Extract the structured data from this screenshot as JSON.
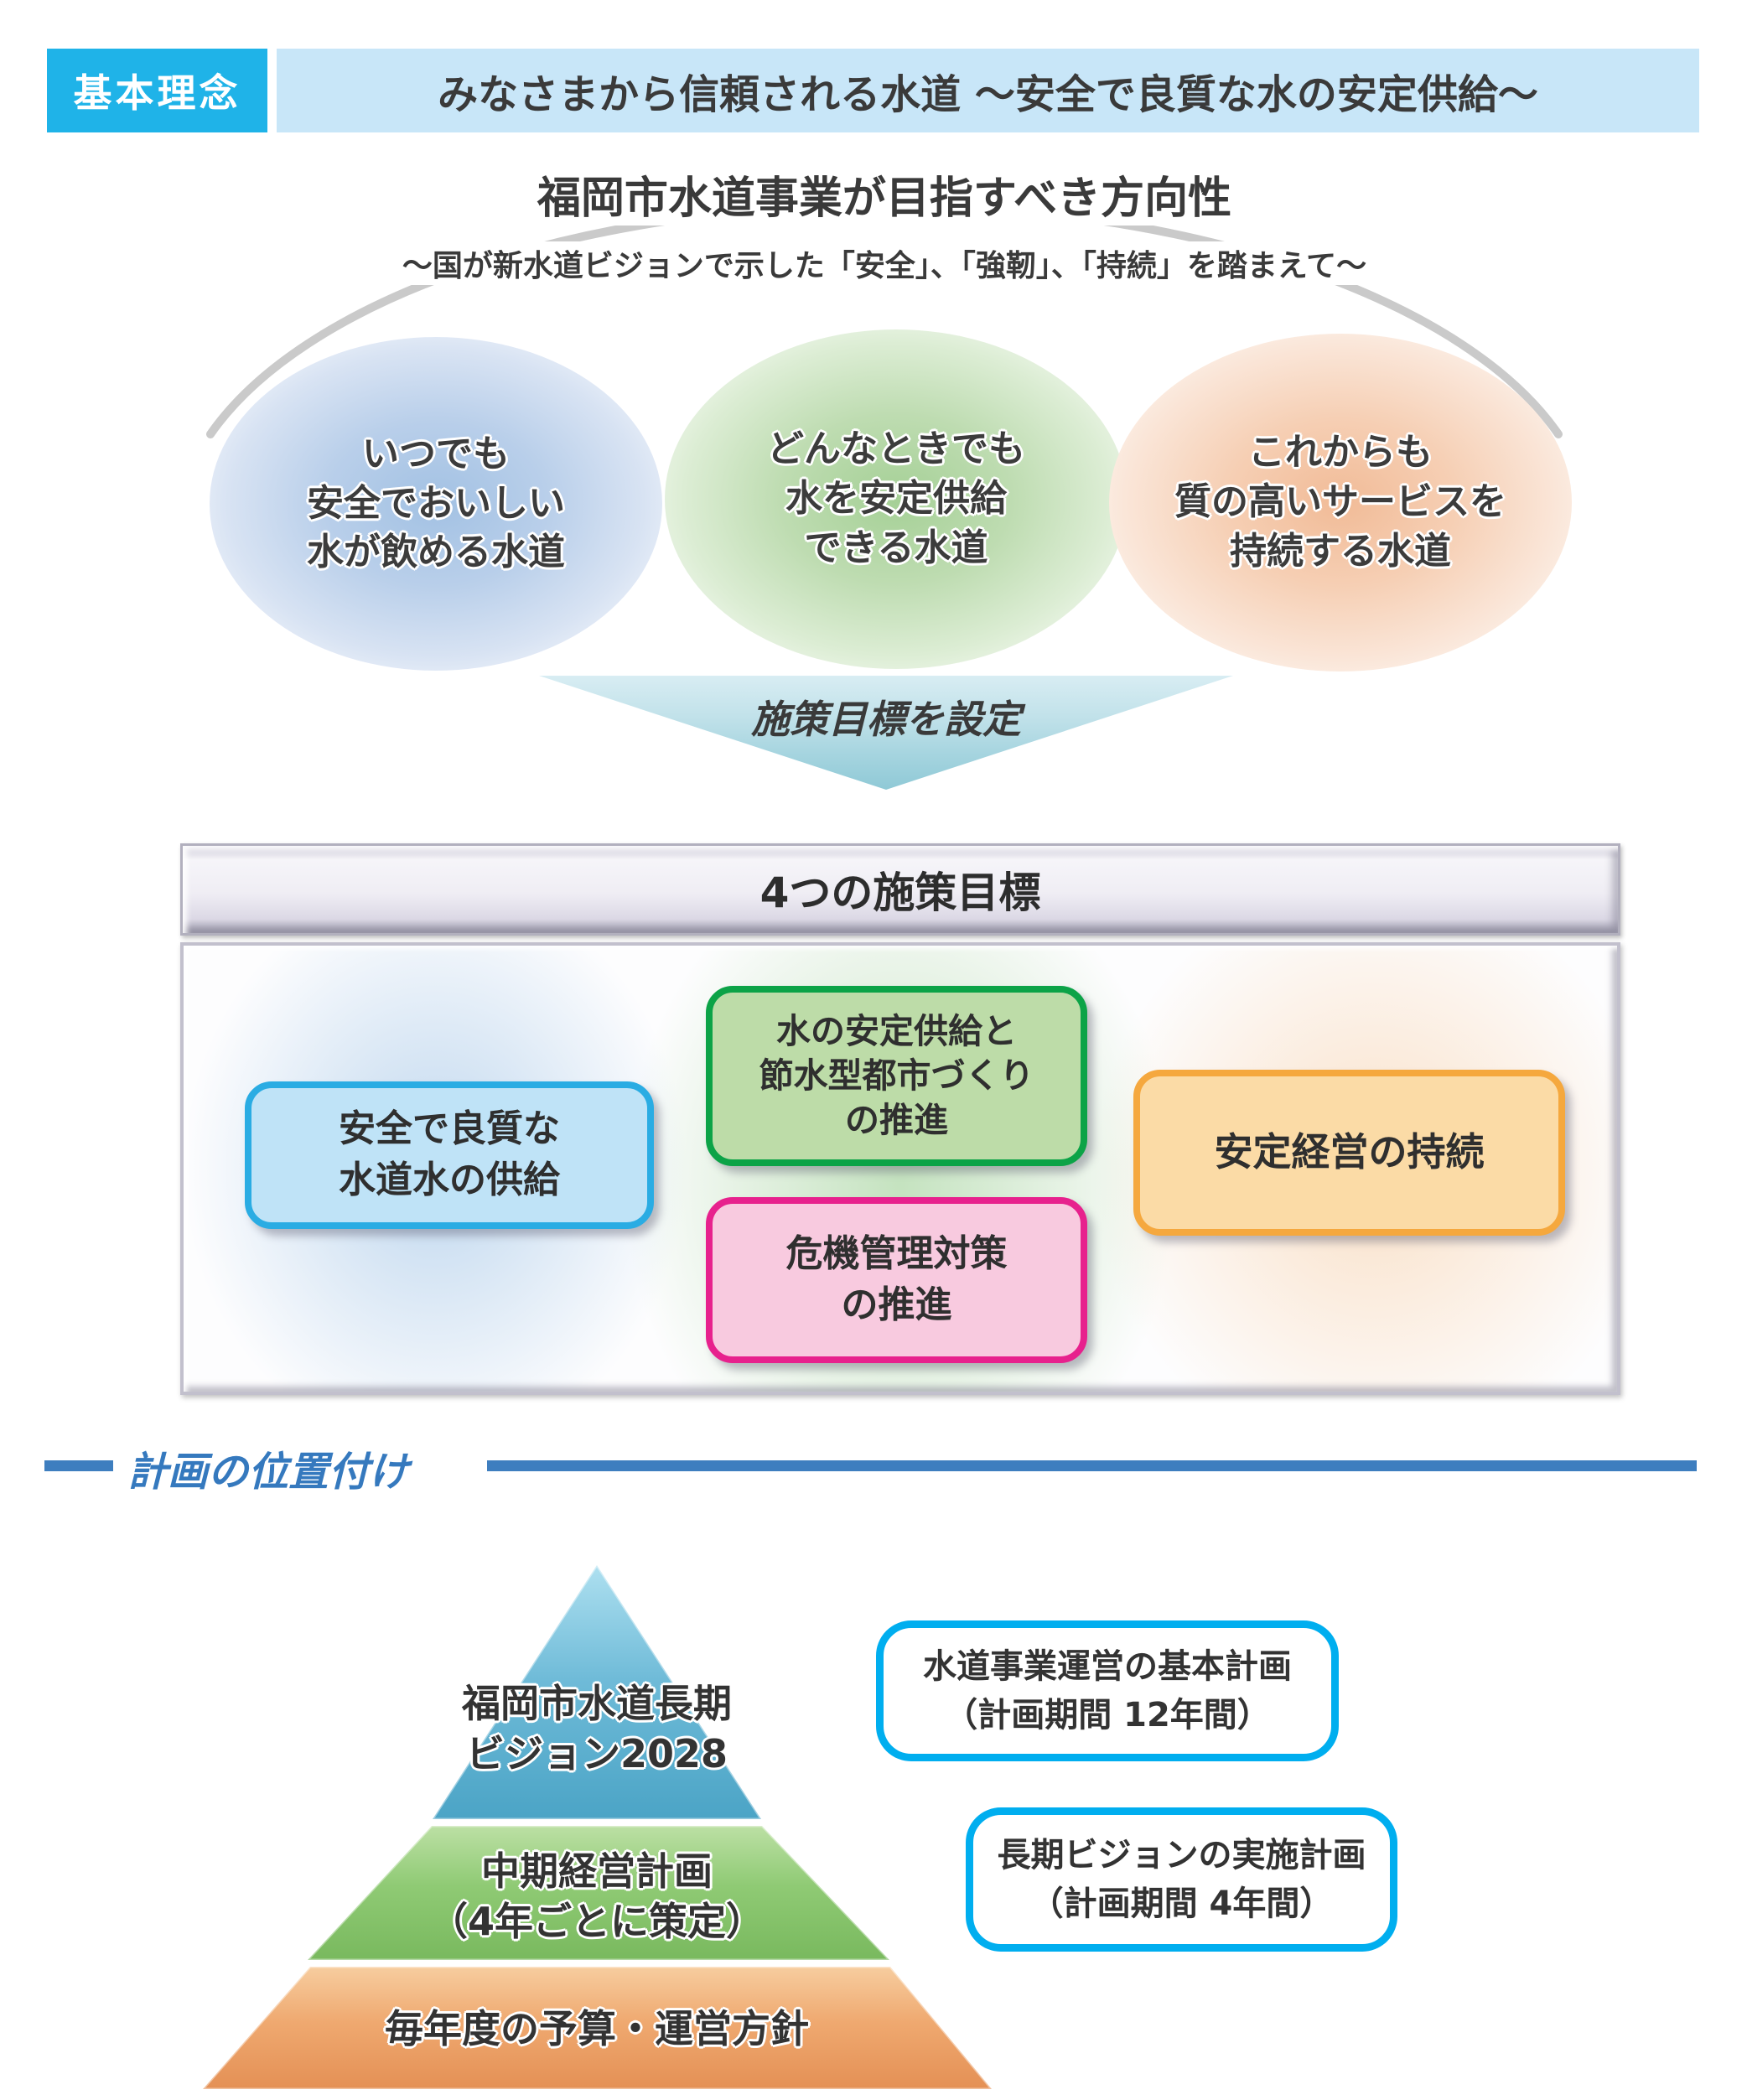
{
  "header": {
    "label": "基本理念",
    "title": "みなさまから信頼される水道 ～安全で良質な水の安定供給～"
  },
  "direction": {
    "title": "福岡市水道事業が目指すべき方向性",
    "subtitle": "～国が新水道ビジョンで示した「安全」、「強靭」、「持続」を踏まえて～",
    "ellipses": [
      {
        "name": "safe-tasty-water",
        "lines": [
          "いつでも",
          "安全でおいしい",
          "水が飲める水道"
        ]
      },
      {
        "name": "stable-supply",
        "lines": [
          "どんなときでも",
          "水を安定供給",
          "できる水道"
        ]
      },
      {
        "name": "quality-service",
        "lines": [
          "これからも",
          "質の高いサービスを",
          "持続する水道"
        ]
      }
    ],
    "arrow_label": "施策目標を設定"
  },
  "goals": {
    "title": "4つの施策目標",
    "items": [
      {
        "name": "safe-quality-water",
        "lines": [
          "安全で良質な",
          "水道水の供給"
        ]
      },
      {
        "name": "stable-supply-water-saving-city",
        "lines": [
          "水の安定供給と",
          "節水型都市づくり",
          "の推進"
        ]
      },
      {
        "name": "crisis-management",
        "lines": [
          "危機管理対策",
          "の推進"
        ]
      },
      {
        "name": "stable-management",
        "lines": [
          "安定経営の持続"
        ]
      }
    ]
  },
  "positioning": {
    "section_title": "計画の位置付け",
    "pyramid_levels": [
      {
        "name": "long-term-vision",
        "lines": [
          "福岡市水道長期",
          "ビジョン2028"
        ]
      },
      {
        "name": "mid-term-plan",
        "lines": [
          "中期経営計画",
          "（4年ごとに策定）"
        ]
      },
      {
        "name": "annual-budget",
        "lines": [
          "毎年度の予算・運営方針"
        ]
      }
    ],
    "callouts": [
      {
        "name": "basic-plan",
        "lines": [
          "水道事業運営の基本計画",
          "（計画期間 12年間）"
        ]
      },
      {
        "name": "implementation-plan",
        "lines": [
          "長期ビジョンの実施計画",
          "（計画期間 4年間）"
        ]
      }
    ]
  },
  "colors": {
    "header_label_bg": "#1FB3E8",
    "header_bar_bg": "#C8E6F8",
    "ellipse_blue": "#A2C1E3",
    "ellipse_green": "#A5D096",
    "ellipse_orange": "#F1BB97",
    "arrow_fill": "#A5D4DF",
    "goal_blue_border": "#2AACE3",
    "goal_green_border": "#0CA347",
    "goal_pink_border": "#E7218D",
    "goal_orange_border": "#F5A83E",
    "section_rule": "#3E7EBF",
    "pyramid_blue": "#6FBBD8",
    "pyramid_green": "#8FCA74",
    "pyramid_orange": "#EFA970",
    "callout_border": "#00AEEF"
  }
}
